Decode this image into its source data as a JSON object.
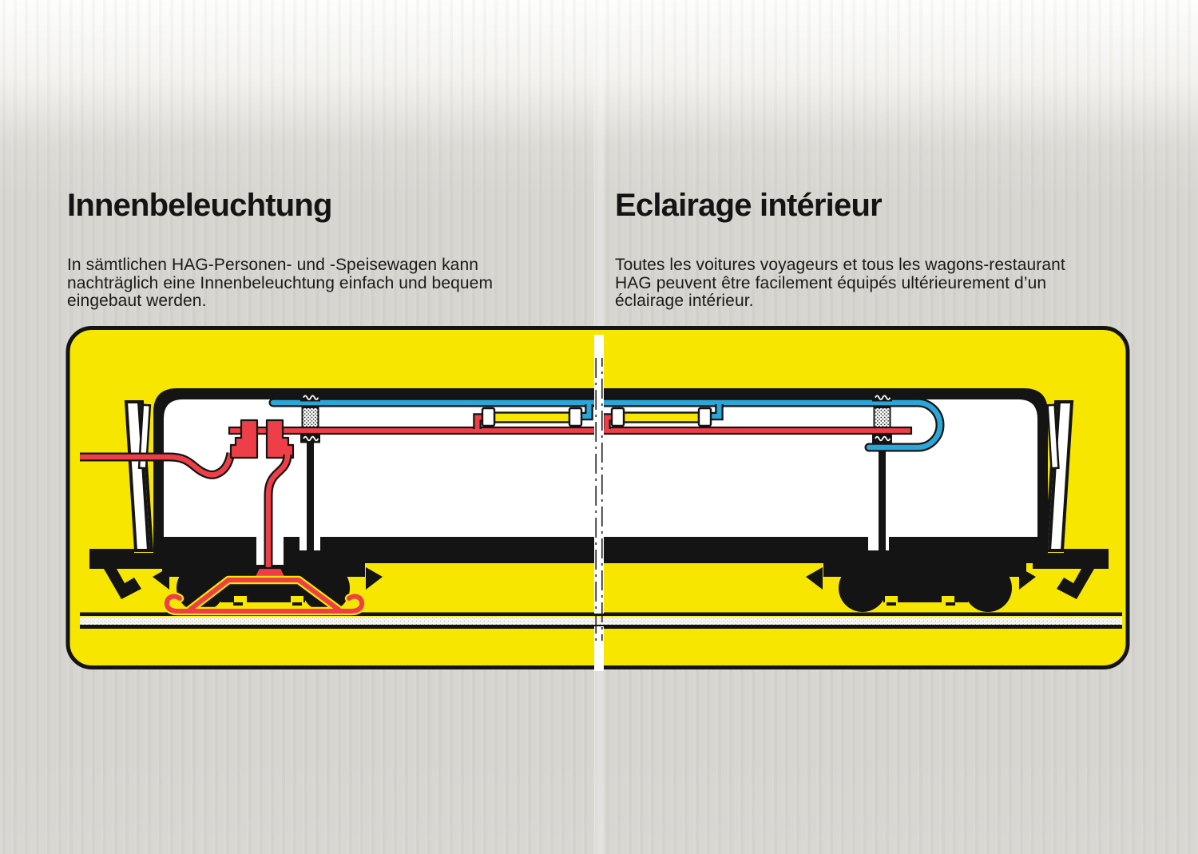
{
  "page": {
    "kind": "catalog-spread",
    "left_column": {
      "heading": "Innenbeleuchtung",
      "body": "In sämtlichen HAG-Personen- und -Speisewagen kann\nnachträglich eine Innenbeleuchtung einfach und bequem\neingebaut werden."
    },
    "right_column": {
      "heading": "Eclairage intérieur",
      "body": "Toutes les voitures voyageurs et tous les wagons-restaurant\nHAG peuvent être facilement équipés ultérieurement d’un\néclairage intérieur."
    }
  },
  "colors": {
    "ink": "#141414",
    "yellow": "#f7e600",
    "red": "#ee3e47",
    "blue": "#2aa7d8",
    "panel": "#ffffff",
    "rail": "#faf8f2"
  },
  "diagram": {
    "subject": "wagon-interior-lighting-cutaway",
    "parts": [
      "yellow-panel",
      "rail-track",
      "wagon-body",
      "left-bogie",
      "right-bogie",
      "left-coupler",
      "right-coupler",
      "track-pickup-shoe",
      "feed-wire",
      "contact-clips",
      "red-bus-wire",
      "blue-bus-wire",
      "fluorescent-lamp-1",
      "fluorescent-lamp-2",
      "suppressor-choke-left",
      "suppressor-choke-right",
      "page-fold-divider"
    ]
  }
}
